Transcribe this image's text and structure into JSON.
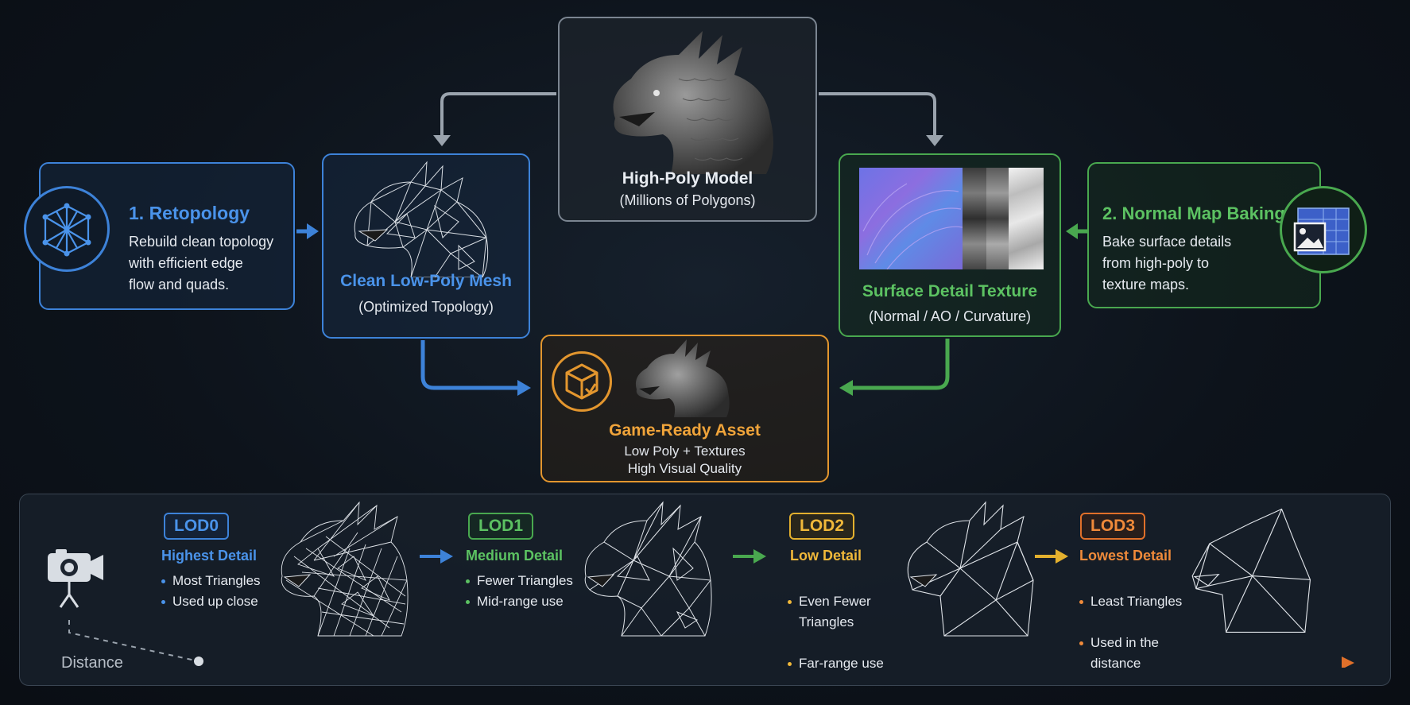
{
  "top": {
    "high_poly": {
      "title": "High-Poly Model",
      "subtitle": "(Millions of Polygons)"
    },
    "retopology": {
      "title": "1. Retopology",
      "lines": [
        "Rebuild clean topology",
        "with efficient edge",
        "flow and quads."
      ]
    },
    "low_poly": {
      "title": "Clean Low-Poly Mesh",
      "subtitle": "(Optimized Topology)"
    },
    "texture": {
      "title": "Surface Detail Texture",
      "subtitle": "(Normal / AO / Curvature)"
    },
    "baking": {
      "title": "2. Normal Map Baking",
      "lines": [
        "Bake surface details",
        "from high-poly to",
        "texture maps."
      ]
    },
    "asset": {
      "title": "Game-Ready Asset",
      "line1": "Low Poly + Textures",
      "line2": "High Visual Quality"
    }
  },
  "lod": {
    "distance_label": "Distance",
    "levels": [
      {
        "tag": "LOD0",
        "subtitle": "Highest Detail",
        "items": [
          "Most Triangles",
          "Used up close"
        ]
      },
      {
        "tag": "LOD1",
        "subtitle": "Medium Detail",
        "items": [
          "Fewer Triangles",
          "Mid-range use"
        ]
      },
      {
        "tag": "LOD2",
        "subtitle": "Low Detail",
        "items": [
          "Even Fewer\nTriangles",
          "Far-range use"
        ]
      },
      {
        "tag": "LOD3",
        "subtitle": "Lowest Detail",
        "items": [
          "Least Triangles",
          "Used in the\ndistance"
        ]
      }
    ]
  },
  "colors": {
    "blue": "#3d82d8",
    "green": "#49a84f",
    "orange": "#e3962e",
    "orange_dark": "#e0702a",
    "grey": "#9aa3ad"
  }
}
